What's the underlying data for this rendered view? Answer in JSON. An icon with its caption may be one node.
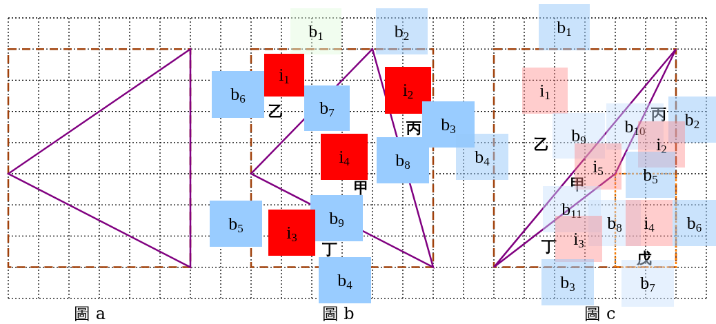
{
  "diagram": {
    "nodes": [
      {
        "text": [
          "b$_{1}$"
        ]
      },
      {
        "text": [
          "b$_{2}$"
        ]
      },
      {
        "text": [
          "i$_{1}$"
        ]
      },
      {
        "text": [
          "i$_{2}$"
        ]
      },
      {
        "text": [
          "b$_{6}$"
        ]
      },
      {
        "text": [
          "b$_{7}$"
        ]
      },
      {
        "text": [
          "b$_{3}$"
        ]
      },
      {
        "text": [
          "i$_{4}$"
        ]
      },
      {
        "text": [
          "b$_{4}$"
        ]
      },
      {
        "text": [
          "b$_{8}$"
        ]
      },
      {
        "text": [
          "b$_{9}$"
        ]
      },
      {
        "text": [
          "b$_{5}$"
        ]
      },
      {
        "text": [
          "i$_{3}$"
        ]
      },
      {
        "text": [
          "b$_{4}$"
        ]
      },
      {
        "text": [
          "b$_{1}$"
        ]
      },
      {
        "text": [
          "i$_{1}$"
        ]
      },
      {
        "text": [
          "b$_{2}$"
        ]
      },
      {
        "text": [
          "b$_{10}$"
        ]
      },
      {
        "text": [
          "b$_{9}$"
        ]
      },
      {
        "text": [
          "i$_{2}$"
        ]
      },
      {
        "text": [
          "i$_{5}$"
        ]
      },
      {
        "text": [
          "b$_{5}$"
        ]
      },
      {
        "text": [
          "b$_{11}$"
        ]
      },
      {
        "text": [
          "b$_{8}$"
        ]
      },
      {
        "text": [
          "i$_{4}$"
        ]
      },
      {
        "text": [
          "b$_{6}$"
        ]
      },
      {
        "text": [
          "i$_{3}$"
        ]
      },
      {
        "text": [
          "b$_{3}$"
        ]
      },
      {
        "text": [
          "b$_{7}$"
        ]
      }
    ],
    "edges": [],
    "labels": [
      "乙",
      "丙",
      "甲",
      "丁",
      "丙",
      "乙",
      "甲",
      "丁",
      "戊",
      "圖 a",
      "圖 b",
      "圖 c"
    ]
  }
}
